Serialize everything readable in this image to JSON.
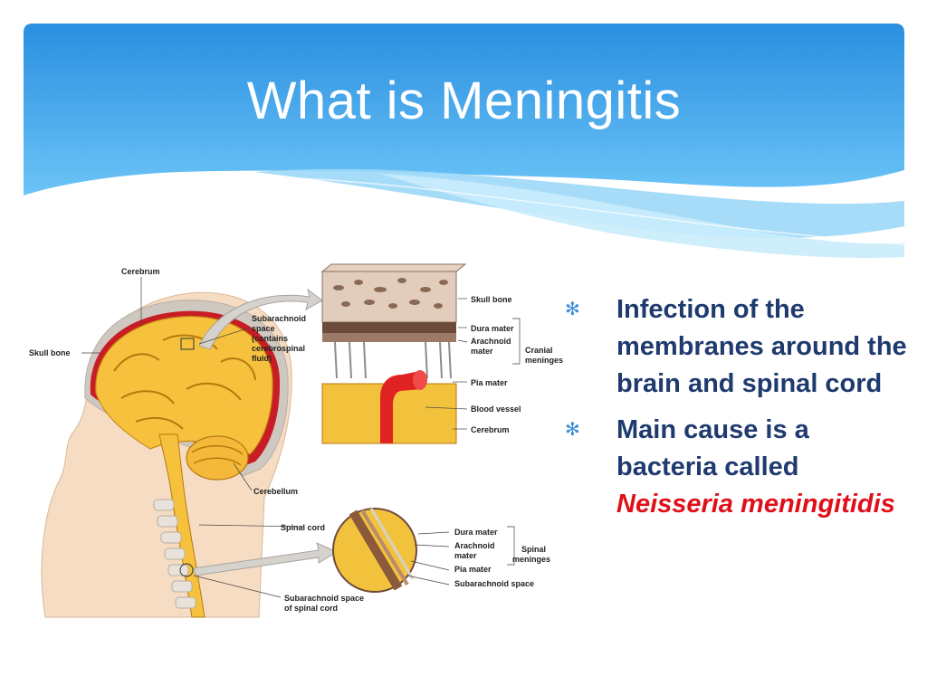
{
  "slide": {
    "title": "What is Meningitis",
    "bullets": [
      {
        "icon": "asterisk-bullet-icon",
        "text": "Infection of the membranes around the brain and spinal cord"
      },
      {
        "icon": "asterisk-bullet-icon",
        "text": "Main cause is a bacteria called ",
        "emphasis": "Neisseria meningitidis"
      }
    ],
    "colors": {
      "header_top": "#2a8fe0",
      "header_bottom": "#6cc4f7",
      "bullet_text": "#1f3a6e",
      "emphasis": "#e0101a"
    }
  },
  "diagram": {
    "labels": {
      "cerebrum": "Cerebrum",
      "skull_bone_left": "Skull bone",
      "subarachnoid_1": "Subarachnoid",
      "subarachnoid_2": "space",
      "subarachnoid_3": "(contains",
      "subarachnoid_4": "cerebrospinal",
      "subarachnoid_5": "fluid)",
      "skull_bone_right": "Skull bone",
      "dura_mater_top": "Dura mater",
      "arachnoid_top_1": "Arachnoid",
      "arachnoid_top_2": "mater",
      "cranial_1": "Cranial",
      "cranial_2": "meninges",
      "pia_mater_top": "Pia mater",
      "blood_vessel": "Blood vessel",
      "cerebrum_right": "Cerebrum",
      "cerebellum": "Cerebellum",
      "spinal_cord": "Spinal cord",
      "dura_mater_bottom": "Dura mater",
      "arachnoid_bottom_1": "Arachnoid",
      "arachnoid_bottom_2": "mater",
      "spinal_1": "Spinal",
      "spinal_2": "meninges",
      "pia_mater_bottom": "Pia mater",
      "subarachnoid_space": "Subarachnoid space",
      "sub_spinal_1": "Subarachnoid space",
      "sub_spinal_2": "of spinal cord"
    }
  }
}
